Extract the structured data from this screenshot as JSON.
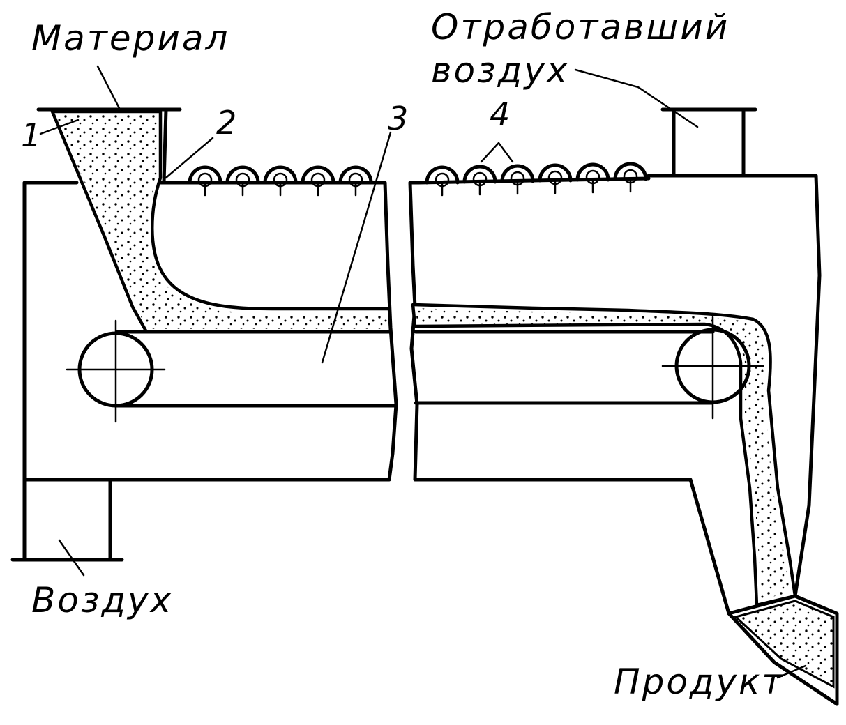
{
  "labels": {
    "material": "Материал",
    "exhaust_air_line1": "Отработавший",
    "exhaust_air_line2": "воздух",
    "air": "Воздух",
    "product": "Продукт"
  },
  "callouts": {
    "n1": "1",
    "n2": "2",
    "n3": "3",
    "n4": "4"
  }
}
